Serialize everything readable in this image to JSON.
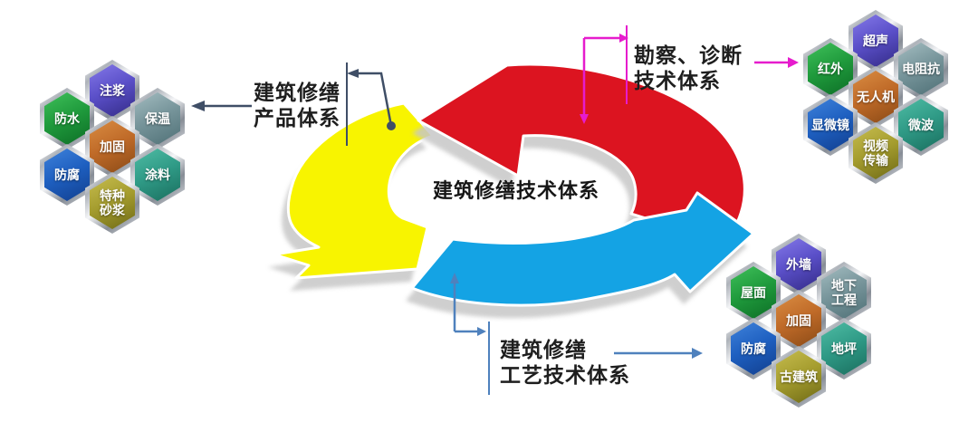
{
  "center": {
    "title": "建筑修缮技术体系"
  },
  "labels": {
    "product": {
      "line1": "建筑修缮",
      "line2": "产品体系"
    },
    "survey": {
      "line1": "勘察、诊断",
      "line2": "技术体系"
    },
    "process": {
      "line1": "建筑修缮",
      "line2": "工艺技术体系"
    }
  },
  "clusters": {
    "product": {
      "name": "建筑修缮产品体系",
      "items": [
        {
          "label": "注浆",
          "color": "purple"
        },
        {
          "label": "防水",
          "color": "green"
        },
        {
          "label": "保温",
          "color": "steelgray"
        },
        {
          "label": "加固",
          "color": "orange"
        },
        {
          "label": "防腐",
          "color": "blue"
        },
        {
          "label": "涂料",
          "color": "teal"
        },
        {
          "label": "特种\n砂浆",
          "color": "olive"
        }
      ]
    },
    "survey": {
      "name": "勘察、诊断技术体系",
      "items": [
        {
          "label": "超声",
          "color": "purple"
        },
        {
          "label": "红外",
          "color": "green"
        },
        {
          "label": "电阻抗",
          "color": "steelgray"
        },
        {
          "label": "无人机",
          "color": "orange"
        },
        {
          "label": "显微镜",
          "color": "blue"
        },
        {
          "label": "微波",
          "color": "teal"
        },
        {
          "label": "视频\n传输",
          "color": "olive"
        }
      ]
    },
    "process": {
      "name": "建筑修缮工艺技术体系",
      "items": [
        {
          "label": "外墙",
          "color": "purple"
        },
        {
          "label": "屋面",
          "color": "green"
        },
        {
          "label": "地下\n工程",
          "color": "steelgray"
        },
        {
          "label": "加固",
          "color": "orange"
        },
        {
          "label": "防腐",
          "color": "blue"
        },
        {
          "label": "地坪",
          "color": "teal"
        },
        {
          "label": "古建筑",
          "color": "olive"
        }
      ]
    }
  },
  "colors": {
    "arrow_red": "#dc1420",
    "arrow_yellow": "#f8f400",
    "arrow_blue": "#14a3e4",
    "arrow_outline": "#ffffff",
    "shadow": "#c7c7c7",
    "connector_slate": "#3f4e66",
    "connector_steel": "#4f81bd",
    "connector_magenta": "#e61ccd",
    "hex_palette": {
      "purple": {
        "light": "#8478e8",
        "base": "#5a4fc8",
        "dark": "#332b86"
      },
      "green": {
        "light": "#3fc05a",
        "base": "#1f9a3c",
        "dark": "#0d6e26"
      },
      "steelgray": {
        "light": "#a3bcc0",
        "base": "#76949a",
        "dark": "#4f7076"
      },
      "orange": {
        "light": "#d98c42",
        "base": "#bf6a28",
        "dark": "#8a4a16"
      },
      "blue": {
        "light": "#3f82da",
        "base": "#1e5fc0",
        "dark": "#123f8e"
      },
      "teal": {
        "light": "#4fbca4",
        "base": "#2f9a86",
        "dark": "#1a6e5e"
      },
      "olive": {
        "light": "#c6bc4e",
        "base": "#a49c2e",
        "dark": "#6f6a16"
      }
    }
  }
}
